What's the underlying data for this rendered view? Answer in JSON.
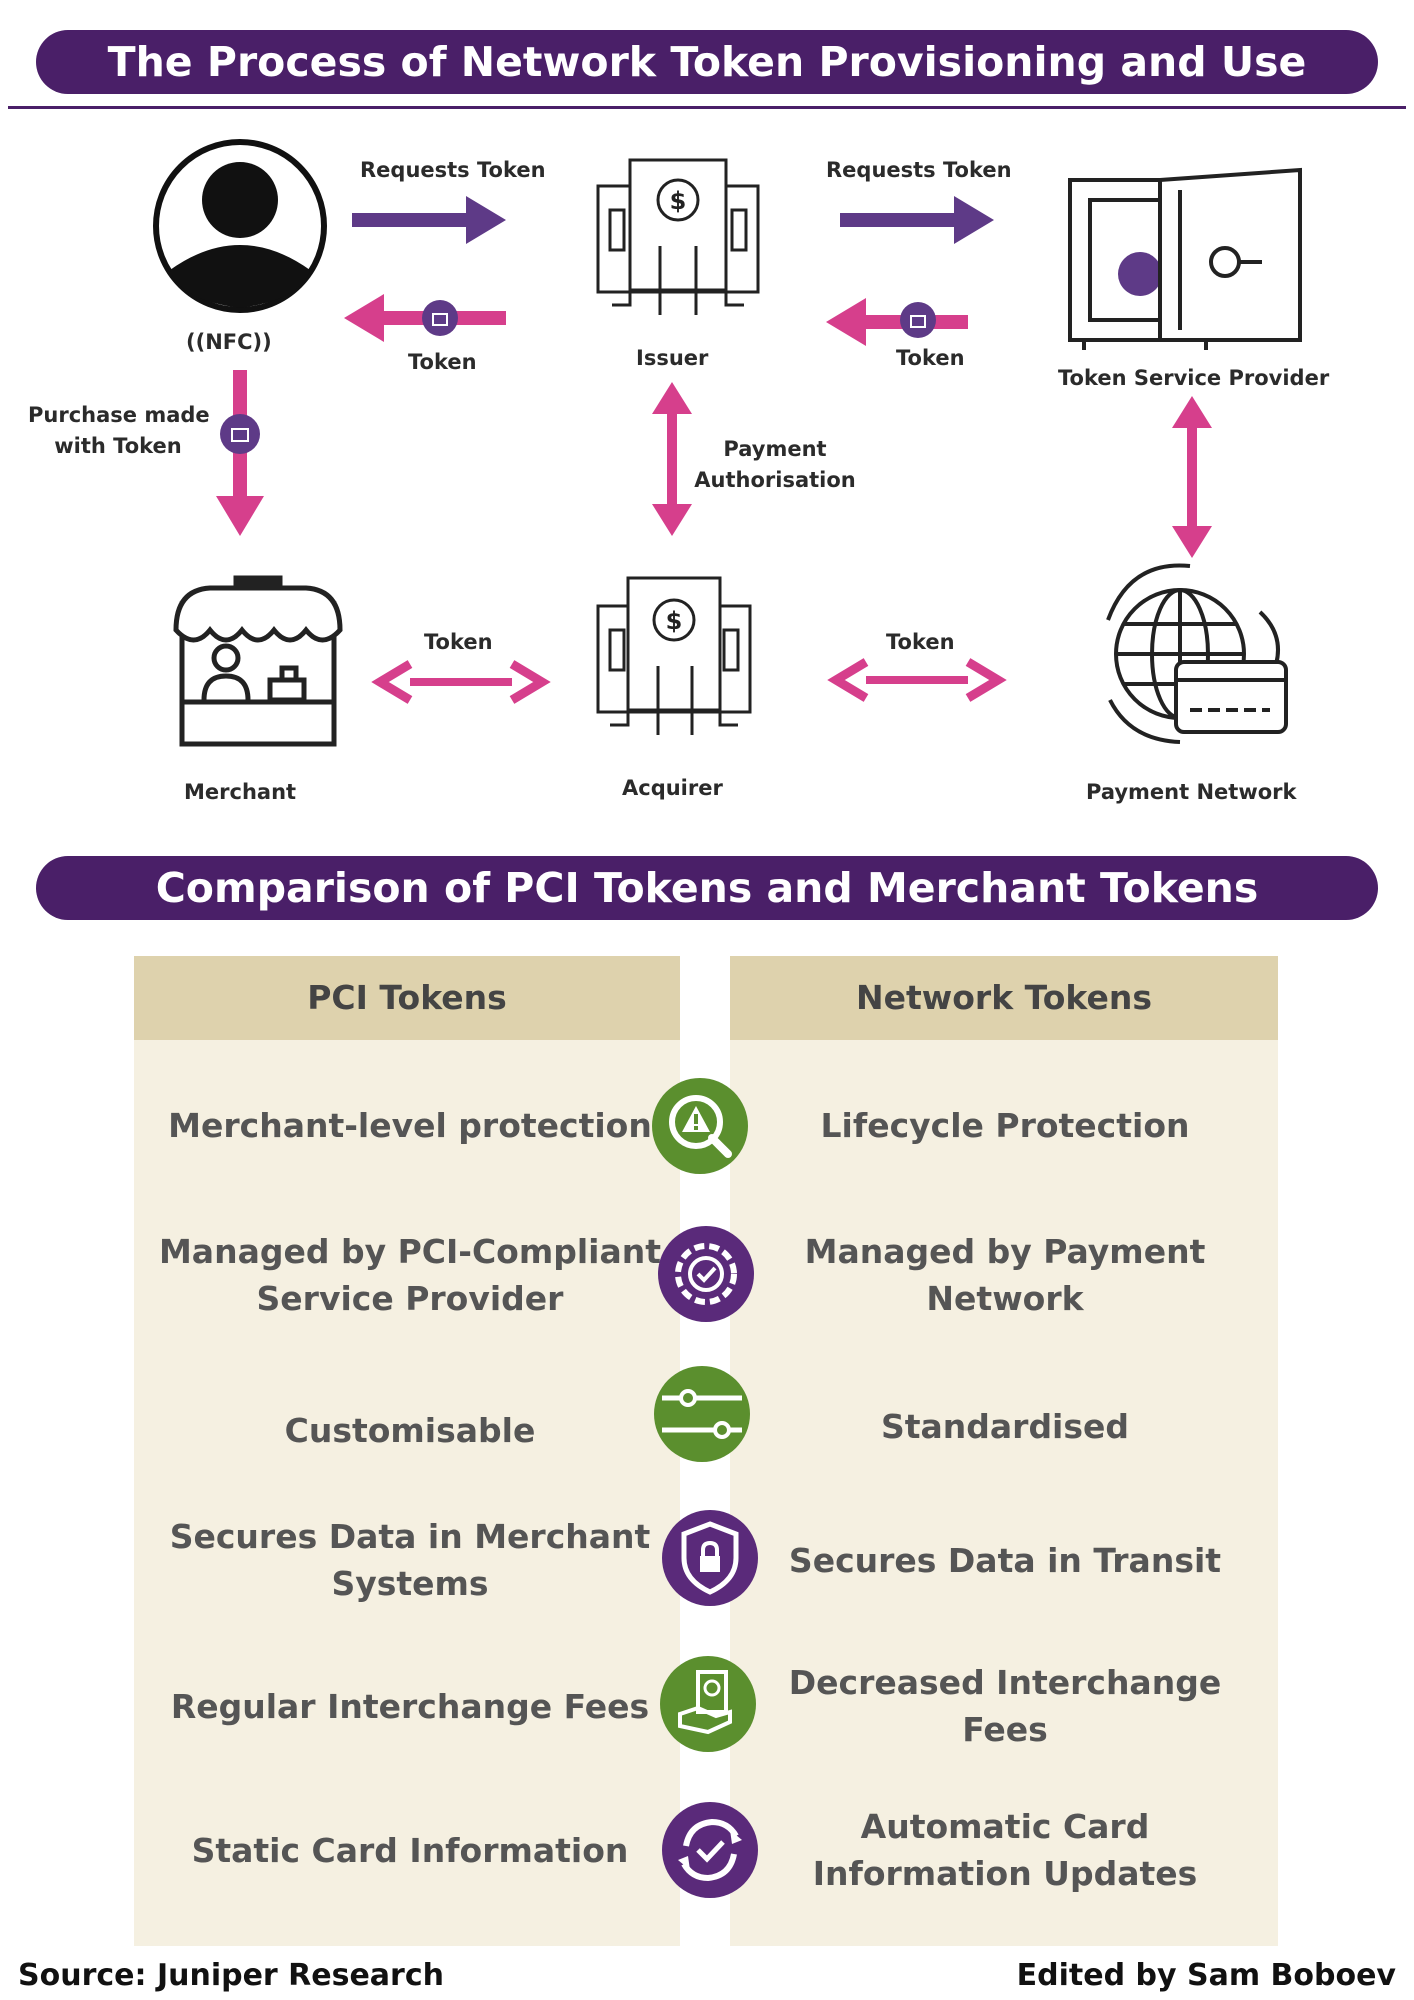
{
  "title_process": "The Process of Network Token Provisioning and Use",
  "title_comparison": "Comparison of PCI Tokens and Merchant Tokens",
  "flow": {
    "requests_token_1": "Requests Token",
    "requests_token_2": "Requests Token",
    "token_1": "Token",
    "token_2": "Token",
    "token_3": "Token",
    "token_4": "Token",
    "nfc": "((NFC))",
    "purchase_line1": "Purchase made",
    "purchase_line2": "with Token",
    "payment_auth_line1": "Payment",
    "payment_auth_line2": "Authorisation",
    "issuer": "Issuer",
    "tsp": "Token Service Provider",
    "merchant": "Merchant",
    "acquirer": "Acquirer",
    "payment_network": "Payment Network"
  },
  "comparison": {
    "left_header": "PCI Tokens",
    "right_header": "Network Tokens",
    "rows": [
      {
        "left": "Merchant-level protection",
        "right": "Lifecycle Protection",
        "icon": "alert-magnifier-icon",
        "color": "#5b8f2e"
      },
      {
        "left": "Managed by PCI-Compliant Service Provider",
        "right": "Managed by Payment Network",
        "icon": "gear-check-icon",
        "color": "#5a2a7a"
      },
      {
        "left": "Customisable",
        "right": "Standardised",
        "icon": "sliders-icon",
        "color": "#5b8f2e"
      },
      {
        "left": "Secures Data in Merchant Systems",
        "right": "Secures Data in Transit",
        "icon": "shield-lock-icon",
        "color": "#5a2a7a"
      },
      {
        "left": "Regular Interchange Fees",
        "right": "Decreased Interchange Fees",
        "icon": "money-hand-icon",
        "color": "#5b8f2e"
      },
      {
        "left": "Static Card Information",
        "right": "Automatic Card Information Updates",
        "icon": "refresh-check-icon",
        "color": "#5a2a7a"
      }
    ]
  },
  "footer": {
    "source": "Source: Juniper Research",
    "edited": "Edited by Sam Boboev"
  },
  "colors": {
    "purple": "#4a1f68",
    "arrow_purple": "#5e3a87",
    "magenta": "#d63f8c",
    "green": "#5b8f2e",
    "beige": "#f5f0e1",
    "beige_header": "#ded2ad"
  }
}
